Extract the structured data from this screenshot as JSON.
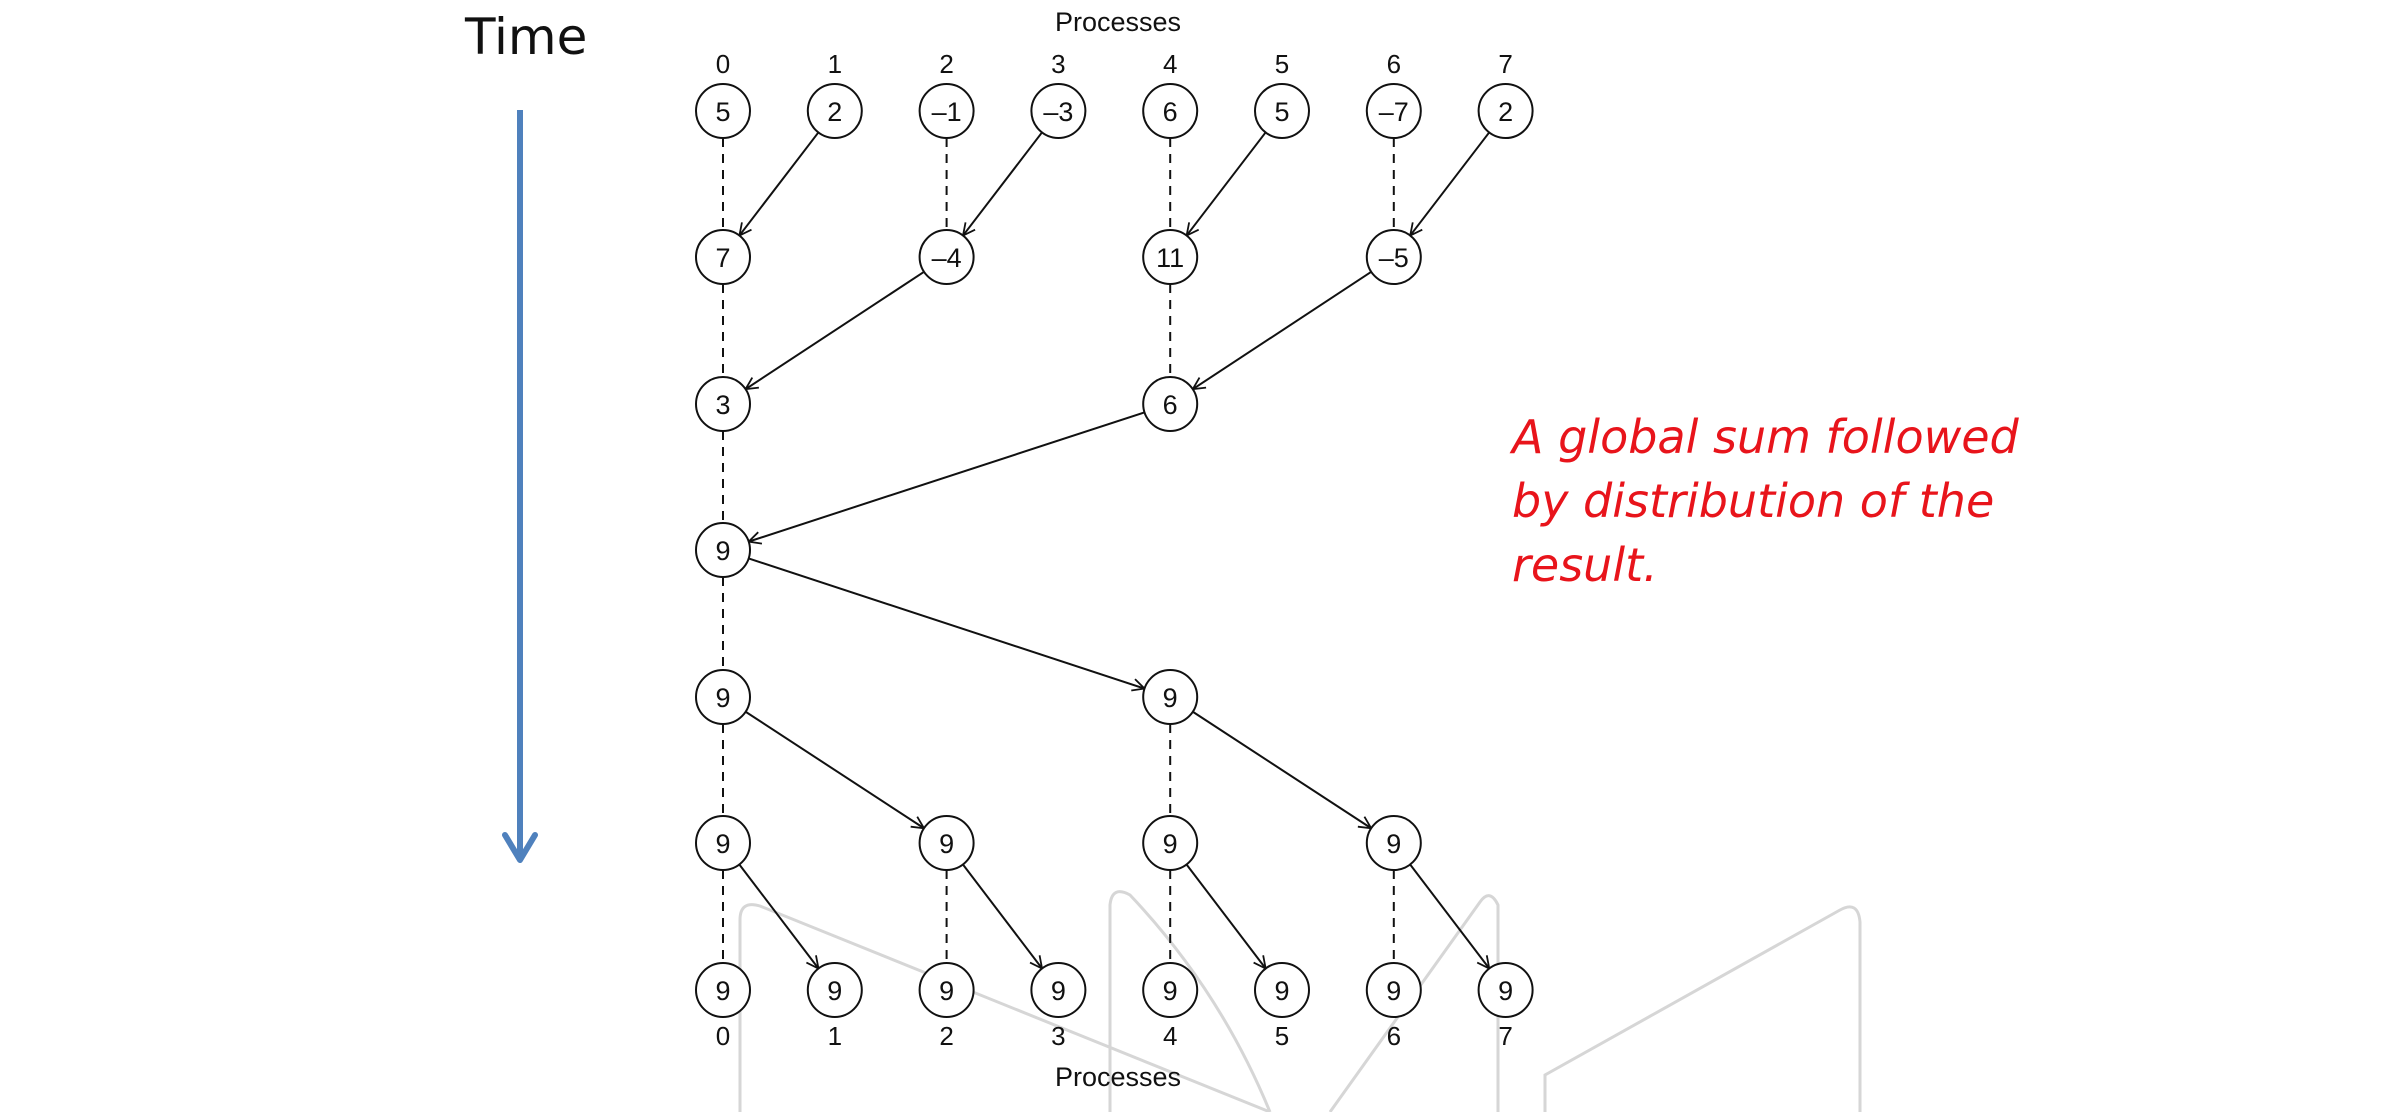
{
  "time_label": "Time",
  "caption": {
    "lines": [
      "A global sum followed",
      "by distribution of the",
      "result."
    ]
  },
  "processes_label": "Processes",
  "process_ids": [
    "0",
    "1",
    "2",
    "3",
    "4",
    "5",
    "6",
    "7"
  ],
  "colors": {
    "time_arrow": "#4f81bd",
    "caption": "#e8141b",
    "ink": "#111111",
    "watermark": "#d6d6d6"
  },
  "nodes": [
    {
      "level": 0,
      "process": 0,
      "value": "5"
    },
    {
      "level": 0,
      "process": 1,
      "value": "2"
    },
    {
      "level": 0,
      "process": 2,
      "value": "–1"
    },
    {
      "level": 0,
      "process": 3,
      "value": "–3"
    },
    {
      "level": 0,
      "process": 4,
      "value": "6"
    },
    {
      "level": 0,
      "process": 5,
      "value": "5"
    },
    {
      "level": 0,
      "process": 6,
      "value": "–7"
    },
    {
      "level": 0,
      "process": 7,
      "value": "2"
    },
    {
      "level": 1,
      "process": 0,
      "value": "7"
    },
    {
      "level": 1,
      "process": 2,
      "value": "–4"
    },
    {
      "level": 1,
      "process": 4,
      "value": "11"
    },
    {
      "level": 1,
      "process": 6,
      "value": "–5"
    },
    {
      "level": 2,
      "process": 0,
      "value": "3"
    },
    {
      "level": 2,
      "process": 4,
      "value": "6"
    },
    {
      "level": 3,
      "process": 0,
      "value": "9"
    },
    {
      "level": 4,
      "process": 0,
      "value": "9"
    },
    {
      "level": 4,
      "process": 4,
      "value": "9"
    },
    {
      "level": 5,
      "process": 0,
      "value": "9"
    },
    {
      "level": 5,
      "process": 2,
      "value": "9"
    },
    {
      "level": 5,
      "process": 4,
      "value": "9"
    },
    {
      "level": 5,
      "process": 6,
      "value": "9"
    },
    {
      "level": 6,
      "process": 0,
      "value": "9"
    },
    {
      "level": 6,
      "process": 1,
      "value": "9"
    },
    {
      "level": 6,
      "process": 2,
      "value": "9"
    },
    {
      "level": 6,
      "process": 3,
      "value": "9"
    },
    {
      "level": 6,
      "process": 4,
      "value": "9"
    },
    {
      "level": 6,
      "process": 5,
      "value": "9"
    },
    {
      "level": 6,
      "process": 6,
      "value": "9"
    },
    {
      "level": 6,
      "process": 7,
      "value": "9"
    }
  ],
  "arrows": [
    {
      "from": [
        0,
        1
      ],
      "to": [
        1,
        0
      ]
    },
    {
      "from": [
        0,
        3
      ],
      "to": [
        1,
        2
      ]
    },
    {
      "from": [
        0,
        5
      ],
      "to": [
        1,
        4
      ]
    },
    {
      "from": [
        0,
        7
      ],
      "to": [
        1,
        6
      ]
    },
    {
      "from": [
        1,
        2
      ],
      "to": [
        2,
        0
      ]
    },
    {
      "from": [
        1,
        6
      ],
      "to": [
        2,
        4
      ]
    },
    {
      "from": [
        2,
        4
      ],
      "to": [
        3,
        0
      ]
    },
    {
      "from": [
        3,
        0
      ],
      "to": [
        4,
        4
      ]
    },
    {
      "from": [
        4,
        0
      ],
      "to": [
        5,
        2
      ]
    },
    {
      "from": [
        4,
        4
      ],
      "to": [
        5,
        6
      ]
    },
    {
      "from": [
        5,
        0
      ],
      "to": [
        6,
        1
      ]
    },
    {
      "from": [
        5,
        2
      ],
      "to": [
        6,
        3
      ]
    },
    {
      "from": [
        5,
        4
      ],
      "to": [
        6,
        5
      ]
    },
    {
      "from": [
        5,
        6
      ],
      "to": [
        6,
        7
      ]
    }
  ],
  "dashed": [
    {
      "process": 0,
      "from": 0,
      "to": 1
    },
    {
      "process": 0,
      "from": 1,
      "to": 2
    },
    {
      "process": 0,
      "from": 2,
      "to": 3
    },
    {
      "process": 0,
      "from": 3,
      "to": 4
    },
    {
      "process": 0,
      "from": 4,
      "to": 5
    },
    {
      "process": 0,
      "from": 5,
      "to": 6
    },
    {
      "process": 2,
      "from": 0,
      "to": 1
    },
    {
      "process": 2,
      "from": 5,
      "to": 6
    },
    {
      "process": 4,
      "from": 0,
      "to": 1
    },
    {
      "process": 4,
      "from": 1,
      "to": 2
    },
    {
      "process": 4,
      "from": 4,
      "to": 5
    },
    {
      "process": 4,
      "from": 5,
      "to": 6
    },
    {
      "process": 6,
      "from": 0,
      "to": 1
    },
    {
      "process": 6,
      "from": 5,
      "to": 6
    }
  ]
}
